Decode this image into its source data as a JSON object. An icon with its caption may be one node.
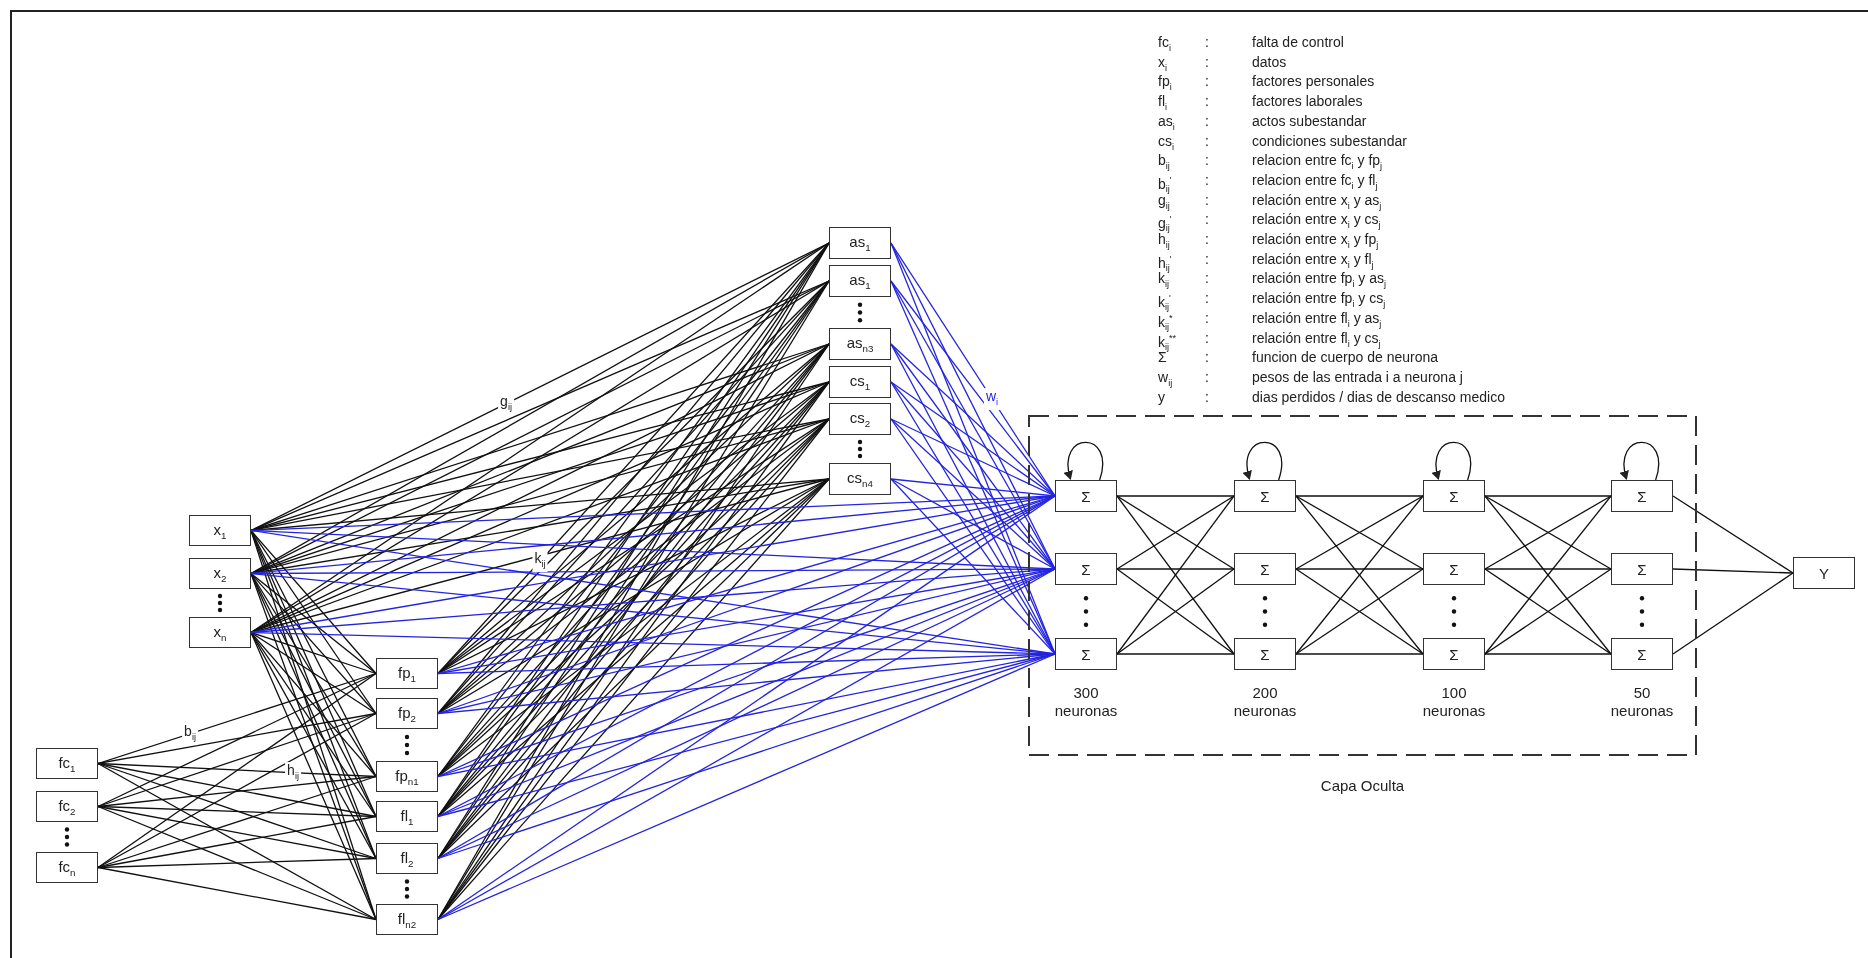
{
  "diagram": {
    "nodes": [
      {
        "text": [
          "fc$_{1}$"
        ]
      },
      {
        "text": [
          "fc$_{2}$"
        ]
      },
      {
        "text": [
          "fc$_{n}$"
        ]
      },
      {
        "text": [
          "x$_{1}$"
        ]
      },
      {
        "text": [
          "x$_{2}$"
        ]
      },
      {
        "text": [
          "x$_{n}$"
        ]
      },
      {
        "text": [
          "fp$_{1}$"
        ]
      },
      {
        "text": [
          "fp$_{2}$"
        ]
      },
      {
        "text": [
          "fp$_{n1}$"
        ]
      },
      {
        "text": [
          "fl$_{1}$"
        ]
      },
      {
        "text": [
          "fl$_{2}$"
        ]
      },
      {
        "text": [
          "fl$_{n2}$"
        ]
      },
      {
        "text": [
          "as$_{1}$"
        ]
      },
      {
        "text": [
          "as$_{1}$"
        ]
      },
      {
        "text": [
          "as$_{n3}$"
        ]
      },
      {
        "text": [
          "cs$_{1}$"
        ]
      },
      {
        "text": [
          "cs$_{2}$"
        ]
      },
      {
        "text": [
          "cs$_{n4}$"
        ]
      },
      {
        "text": [
          "Capa Oculta"
        ]
      },
      {
        "text": [
          "Σ"
        ],
        "in": 18
      },
      {
        "text": [
          "Σ"
        ],
        "in": 18
      },
      {
        "text": [
          "Σ"
        ],
        "in": 18,
        "beside": [
          "300 neuronas"
        ]
      },
      {
        "text": [
          "Σ"
        ],
        "in": 18
      },
      {
        "text": [
          "Σ"
        ],
        "in": 18
      },
      {
        "text": [
          "Σ"
        ],
        "in": 18,
        "beside": [
          "200 neuronas"
        ]
      },
      {
        "text": [
          "Σ"
        ],
        "in": 18
      },
      {
        "text": [
          "Σ"
        ],
        "in": 18
      },
      {
        "text": [
          "Σ"
        ],
        "in": 18,
        "beside": [
          "100 neuronas"
        ]
      },
      {
        "text": [
          "Σ"
        ],
        "in": 18
      },
      {
        "text": [
          "Σ"
        ],
        "in": 18
      },
      {
        "text": [
          "Σ"
        ],
        "in": 18,
        "beside": [
          "50 neuronas"
        ]
      },
      {
        "text": [
          "Y"
        ]
      }
    ],
    "edges": [
      {
        "from": 0,
        "to": 6,
        "arrow": "none",
        "label": "b$_{ij}$"
      },
      {
        "from": 0,
        "to": 7,
        "arrow": "none"
      },
      {
        "from": 0,
        "to": 8,
        "arrow": "none",
        "label": "h$_{ij}$"
      },
      {
        "from": 0,
        "to": 9,
        "arrow": "none"
      },
      {
        "from": 0,
        "to": 10,
        "arrow": "none"
      },
      {
        "from": 0,
        "to": 11,
        "arrow": "none"
      },
      {
        "from": 1,
        "to": 6,
        "arrow": "none"
      },
      {
        "from": 1,
        "to": 7,
        "arrow": "none"
      },
      {
        "from": 1,
        "to": 8,
        "arrow": "none"
      },
      {
        "from": 1,
        "to": 9,
        "arrow": "none"
      },
      {
        "from": 1,
        "to": 10,
        "arrow": "none"
      },
      {
        "from": 1,
        "to": 11,
        "arrow": "none"
      },
      {
        "from": 2,
        "to": 6,
        "arrow": "none"
      },
      {
        "from": 2,
        "to": 7,
        "arrow": "none"
      },
      {
        "from": 2,
        "to": 8,
        "arrow": "none"
      },
      {
        "from": 2,
        "to": 9,
        "arrow": "none"
      },
      {
        "from": 2,
        "to": 10,
        "arrow": "none"
      },
      {
        "from": 2,
        "to": 11,
        "arrow": "none"
      },
      {
        "from": 3,
        "to": 6,
        "arrow": "none"
      },
      {
        "from": 3,
        "to": 7,
        "arrow": "none"
      },
      {
        "from": 3,
        "to": 8,
        "arrow": "none"
      },
      {
        "from": 3,
        "to": 9,
        "arrow": "none"
      },
      {
        "from": 3,
        "to": 10,
        "arrow": "none"
      },
      {
        "from": 3,
        "to": 11,
        "arrow": "none"
      },
      {
        "from": 4,
        "to": 6,
        "arrow": "none"
      },
      {
        "from": 4,
        "to": 7,
        "arrow": "none"
      },
      {
        "from": 4,
        "to": 8,
        "arrow": "none"
      },
      {
        "from": 4,
        "to": 9,
        "arrow": "none"
      },
      {
        "from": 4,
        "to": 10,
        "arrow": "none"
      },
      {
        "from": 4,
        "to": 11,
        "arrow": "none"
      },
      {
        "from": 5,
        "to": 6,
        "arrow": "none"
      },
      {
        "from": 5,
        "to": 7,
        "arrow": "none"
      },
      {
        "from": 5,
        "to": 8,
        "arrow": "none"
      },
      {
        "from": 5,
        "to": 9,
        "arrow": "none"
      },
      {
        "from": 5,
        "to": 10,
        "arrow": "none"
      },
      {
        "from": 5,
        "to": 11,
        "arrow": "none"
      },
      {
        "from": 3,
        "to": 12,
        "arrow": "none",
        "label": "g$_{ij}$"
      },
      {
        "from": 3,
        "to": 13,
        "arrow": "none"
      },
      {
        "from": 3,
        "to": 14,
        "arrow": "none"
      },
      {
        "from": 3,
        "to": 15,
        "arrow": "none"
      },
      {
        "from": 3,
        "to": 16,
        "arrow": "none"
      },
      {
        "from": 3,
        "to": 17,
        "arrow": "none"
      },
      {
        "from": 4,
        "to": 12,
        "arrow": "none"
      },
      {
        "from": 4,
        "to": 13,
        "arrow": "none"
      },
      {
        "from": 4,
        "to": 14,
        "arrow": "none"
      },
      {
        "from": 4,
        "to": 15,
        "arrow": "none"
      },
      {
        "from": 4,
        "to": 16,
        "arrow": "none"
      },
      {
        "from": 4,
        "to": 17,
        "arrow": "none"
      },
      {
        "from": 5,
        "to": 12,
        "arrow": "none"
      },
      {
        "from": 5,
        "to": 13,
        "arrow": "none"
      },
      {
        "from": 5,
        "to": 14,
        "arrow": "none"
      },
      {
        "from": 5,
        "to": 15,
        "arrow": "none"
      },
      {
        "from": 5,
        "to": 16,
        "arrow": "none"
      },
      {
        "from": 5,
        "to": 17,
        "arrow": "none"
      },
      {
        "from": 6,
        "to": 12,
        "arrow": "none",
        "label": "k$_{ij}$"
      },
      {
        "from": 6,
        "to": 13,
        "arrow": "none"
      },
      {
        "from": 6,
        "to": 14,
        "arrow": "none"
      },
      {
        "from": 6,
        "to": 15,
        "arrow": "none"
      },
      {
        "from": 6,
        "to": 16,
        "arrow": "none"
      },
      {
        "from": 6,
        "to": 17,
        "arrow": "none"
      },
      {
        "from": 7,
        "to": 12,
        "arrow": "none"
      },
      {
        "from": 7,
        "to": 13,
        "arrow": "none"
      },
      {
        "from": 7,
        "to": 14,
        "arrow": "none"
      },
      {
        "from": 7,
        "to": 15,
        "arrow": "none"
      },
      {
        "from": 7,
        "to": 16,
        "arrow": "none"
      },
      {
        "from": 7,
        "to": 17,
        "arrow": "none"
      },
      {
        "from": 8,
        "to": 12,
        "arrow": "none"
      },
      {
        "from": 8,
        "to": 13,
        "arrow": "none"
      },
      {
        "from": 8,
        "to": 14,
        "arrow": "none"
      },
      {
        "from": 8,
        "to": 15,
        "arrow": "none"
      },
      {
        "from": 8,
        "to": 16,
        "arrow": "none"
      },
      {
        "from": 8,
        "to": 17,
        "arrow": "none"
      },
      {
        "from": 9,
        "to": 12,
        "arrow": "none"
      },
      {
        "from": 9,
        "to": 13,
        "arrow": "none"
      },
      {
        "from": 9,
        "to": 14,
        "arrow": "none"
      },
      {
        "from": 9,
        "to": 15,
        "arrow": "none"
      },
      {
        "from": 9,
        "to": 16,
        "arrow": "none"
      },
      {
        "from": 9,
        "to": 17,
        "arrow": "none"
      },
      {
        "from": 10,
        "to": 12,
        "arrow": "none"
      },
      {
        "from": 10,
        "to": 13,
        "arrow": "none"
      },
      {
        "from": 10,
        "to": 14,
        "arrow": "none"
      },
      {
        "from": 10,
        "to": 15,
        "arrow": "none"
      },
      {
        "from": 10,
        "to": 16,
        "arrow": "none"
      },
      {
        "from": 10,
        "to": 17,
        "arrow": "none"
      },
      {
        "from": 11,
        "to": 12,
        "arrow": "none"
      },
      {
        "from": 11,
        "to": 13,
        "arrow": "none"
      },
      {
        "from": 11,
        "to": 14,
        "arrow": "none"
      },
      {
        "from": 11,
        "to": 15,
        "arrow": "none"
      },
      {
        "from": 11,
        "to": 16,
        "arrow": "none"
      },
      {
        "from": 11,
        "to": 17,
        "arrow": "none"
      },
      {
        "from": 3,
        "to": 19,
        "arrow": "none",
        "color": "#2424e0"
      },
      {
        "from": 3,
        "to": 20,
        "arrow": "none",
        "color": "#2424e0"
      },
      {
        "from": 3,
        "to": 21,
        "arrow": "none",
        "color": "#2424e0"
      },
      {
        "from": 4,
        "to": 19,
        "arrow": "none",
        "color": "#2424e0"
      },
      {
        "from": 4,
        "to": 20,
        "arrow": "none",
        "color": "#2424e0"
      },
      {
        "from": 4,
        "to": 21,
        "arrow": "none",
        "color": "#2424e0"
      },
      {
        "from": 5,
        "to": 19,
        "arrow": "none",
        "color": "#2424e0"
      },
      {
        "from": 5,
        "to": 20,
        "arrow": "none",
        "color": "#2424e0"
      },
      {
        "from": 5,
        "to": 21,
        "arrow": "none",
        "color": "#2424e0"
      },
      {
        "from": 6,
        "to": 19,
        "arrow": "none",
        "color": "#2424e0"
      },
      {
        "from": 6,
        "to": 20,
        "arrow": "none",
        "color": "#2424e0"
      },
      {
        "from": 6,
        "to": 21,
        "arrow": "none",
        "color": "#2424e0"
      },
      {
        "from": 7,
        "to": 19,
        "arrow": "none",
        "color": "#2424e0"
      },
      {
        "from": 7,
        "to": 20,
        "arrow": "none",
        "color": "#2424e0"
      },
      {
        "from": 7,
        "to": 21,
        "arrow": "none",
        "color": "#2424e0"
      },
      {
        "from": 8,
        "to": 19,
        "arrow": "none",
        "color": "#2424e0"
      },
      {
        "from": 8,
        "to": 20,
        "arrow": "none",
        "color": "#2424e0"
      },
      {
        "from": 8,
        "to": 21,
        "arrow": "none",
        "color": "#2424e0"
      },
      {
        "from": 9,
        "to": 19,
        "arrow": "none",
        "color": "#2424e0"
      },
      {
        "from": 9,
        "to": 20,
        "arrow": "none",
        "color": "#2424e0"
      },
      {
        "from": 9,
        "to": 21,
        "arrow": "none",
        "color": "#2424e0"
      },
      {
        "from": 10,
        "to": 19,
        "arrow": "none",
        "color": "#2424e0"
      },
      {
        "from": 10,
        "to": 20,
        "arrow": "none",
        "color": "#2424e0"
      },
      {
        "from": 10,
        "to": 21,
        "arrow": "none",
        "color": "#2424e0"
      },
      {
        "from": 11,
        "to": 19,
        "arrow": "none",
        "color": "#2424e0"
      },
      {
        "from": 11,
        "to": 20,
        "arrow": "none",
        "color": "#2424e0"
      },
      {
        "from": 11,
        "to": 21,
        "arrow": "none",
        "color": "#2424e0"
      },
      {
        "from": 12,
        "to": 19,
        "arrow": "none",
        "color": "#2424e0",
        "label": "w$_{i}$"
      },
      {
        "from": 12,
        "to": 20,
        "arrow": "none",
        "color": "#2424e0"
      },
      {
        "from": 12,
        "to": 21,
        "arrow": "none",
        "color": "#2424e0"
      },
      {
        "from": 13,
        "to": 19,
        "arrow": "none",
        "color": "#2424e0"
      },
      {
        "from": 13,
        "to": 20,
        "arrow": "none",
        "color": "#2424e0"
      },
      {
        "from": 13,
        "to": 21,
        "arrow": "none",
        "color": "#2424e0"
      },
      {
        "from": 14,
        "to": 19,
        "arrow": "none",
        "color": "#2424e0"
      },
      {
        "from": 14,
        "to": 20,
        "arrow": "none",
        "color": "#2424e0"
      },
      {
        "from": 14,
        "to": 21,
        "arrow": "none",
        "color": "#2424e0"
      },
      {
        "from": 15,
        "to": 19,
        "arrow": "none",
        "color": "#2424e0"
      },
      {
        "from": 15,
        "to": 20,
        "arrow": "none",
        "color": "#2424e0"
      },
      {
        "from": 15,
        "to": 21,
        "arrow": "none",
        "color": "#2424e0"
      },
      {
        "from": 16,
        "to": 19,
        "arrow": "none",
        "color": "#2424e0"
      },
      {
        "from": 16,
        "to": 20,
        "arrow": "none",
        "color": "#2424e0"
      },
      {
        "from": 16,
        "to": 21,
        "arrow": "none",
        "color": "#2424e0"
      },
      {
        "from": 17,
        "to": 19,
        "arrow": "none",
        "color": "#2424e0"
      },
      {
        "from": 17,
        "to": 20,
        "arrow": "none",
        "color": "#2424e0"
      },
      {
        "from": 17,
        "to": 21,
        "arrow": "none",
        "color": "#2424e0"
      },
      {
        "from": 19,
        "to": 22,
        "arrow": "none"
      },
      {
        "from": 19,
        "to": 23,
        "arrow": "none"
      },
      {
        "from": 19,
        "to": 24,
        "arrow": "none"
      },
      {
        "from": 20,
        "to": 22,
        "arrow": "none"
      },
      {
        "from": 20,
        "to": 23,
        "arrow": "none"
      },
      {
        "from": 20,
        "to": 24,
        "arrow": "none"
      },
      {
        "from": 21,
        "to": 22,
        "arrow": "none"
      },
      {
        "from": 21,
        "to": 23,
        "arrow": "none"
      },
      {
        "from": 21,
        "to": 24,
        "arrow": "none"
      },
      {
        "from": 22,
        "to": 25,
        "arrow": "none"
      },
      {
        "from": 22,
        "to": 26,
        "arrow": "none"
      },
      {
        "from": 22,
        "to": 27,
        "arrow": "none"
      },
      {
        "from": 23,
        "to": 25,
        "arrow": "none"
      },
      {
        "from": 23,
        "to": 26,
        "arrow": "none"
      },
      {
        "from": 23,
        "to": 27,
        "arrow": "none"
      },
      {
        "from": 24,
        "to": 25,
        "arrow": "none"
      },
      {
        "from": 24,
        "to": 26,
        "arrow": "none"
      },
      {
        "from": 24,
        "to": 27,
        "arrow": "none"
      },
      {
        "from": 25,
        "to": 28,
        "arrow": "none"
      },
      {
        "from": 25,
        "to": 29,
        "arrow": "none"
      },
      {
        "from": 25,
        "to": 30,
        "arrow": "none"
      },
      {
        "from": 26,
        "to": 28,
        "arrow": "none"
      },
      {
        "from": 26,
        "to": 29,
        "arrow": "none"
      },
      {
        "from": 26,
        "to": 30,
        "arrow": "none"
      },
      {
        "from": 27,
        "to": 28,
        "arrow": "none"
      },
      {
        "from": 27,
        "to": 29,
        "arrow": "none"
      },
      {
        "from": 27,
        "to": 30,
        "arrow": "none"
      },
      {
        "from": 28,
        "to": 31,
        "arrow": "none"
      },
      {
        "from": 29,
        "to": 31,
        "arrow": "none"
      },
      {
        "from": 30,
        "to": 31,
        "arrow": "none"
      },
      {
        "from": 19,
        "to": 19,
        "arrow": "to"
      },
      {
        "from": 22,
        "to": 22,
        "arrow": "to"
      },
      {
        "from": 25,
        "to": 25,
        "arrow": "to"
      },
      {
        "from": 28,
        "to": 28,
        "arrow": "to"
      }
    ],
    "labels": [
      "fc$_{i}$",
      ":",
      "falta de control",
      "x$_{i}$",
      ":",
      "datos",
      "fp$_{i}$",
      ":",
      "factores personales",
      "fl$_{i}$",
      ":",
      "factores laborales",
      "as$_{i}$",
      ":",
      "actos subestandar",
      "cs$_{i}$",
      ":",
      "condiciones subestandar",
      "b$_{ij}$",
      ":",
      "relacion entre fc$_{i}$ y fp$_{j}$",
      "b$_{ij}$$^{'}$",
      ":",
      "relacion entre fc$_{i}$ y fl$_{j}$",
      "g$_{ij}$",
      ":",
      "relación entre x$_{i}$ y as$_{j}$",
      "g$_{ij}$$^{'}$",
      ":",
      "relación entre x$_{i}$ y cs$_{j}$",
      "h$_{ij}$",
      ":",
      "relación entre x$_{i}$ y fp$_{j}$",
      "h$_{ij}$$^{'}$",
      ":",
      "relación entre x$_{i}$ y fl$_{j}$",
      "k$_{ij}$",
      ":",
      "relación entre fp$_{i}$ y as$_{j}$",
      "k$_{ij}$$^{'}$",
      ":",
      "relación entre fp$_{i}$ y cs$_{j}$",
      "k$_{ij}$$^{*}$",
      ":",
      "relación entre fl$_{i}$ y as$_{j}$",
      "k$_{ij}$$^{**}$",
      ":",
      "relación entre fl$_{i}$ y cs$_{j}$",
      "Σ",
      ":",
      "funcion de cuerpo de neurona",
      "w$_{ij}$",
      ":",
      "pesos de las entrada i a neurona j",
      "y",
      ":",
      "dias perdidos / dias de descanso medico"
    ]
  }
}
